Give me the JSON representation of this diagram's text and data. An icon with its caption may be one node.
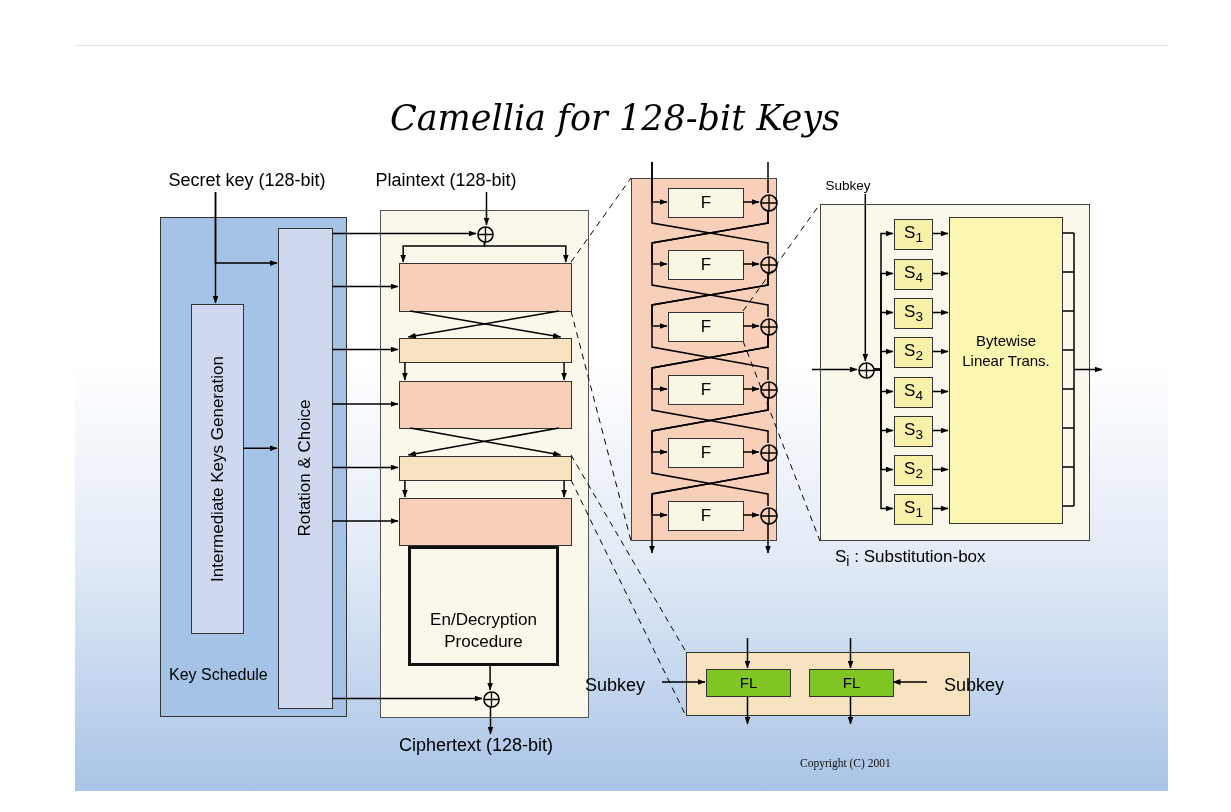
{
  "diagram": {
    "title": "Camellia for 128-bit Keys",
    "nodes": [
      {
        "text": [
          "Secret key (128-bit)"
        ]
      },
      {
        "text": [
          "Plaintext (128-bit)"
        ]
      },
      {
        "text": [
          "Key Schedule"
        ]
      },
      {
        "text": [
          "Intermediate Keys Generation"
        ],
        "in": 2
      },
      {
        "text": [
          "Rotation & Choice"
        ],
        "in": 2
      },
      {
        "text": [],
        "shape": "box"
      },
      {
        "text": [],
        "shape": "circle",
        "in": 5
      },
      {
        "text": [],
        "shape": "box",
        "in": 5
      },
      {
        "text": [],
        "shape": "box",
        "in": 5
      },
      {
        "text": [],
        "shape": "box",
        "in": 5
      },
      {
        "text": [],
        "shape": "box",
        "in": 5
      },
      {
        "text": [],
        "shape": "box",
        "in": 5
      },
      {
        "text": [
          "En/Decryption Procedure"
        ],
        "in": 5
      },
      {
        "text": [],
        "shape": "circle",
        "in": 5
      },
      {
        "text": [
          "Ciphertext (128-bit)"
        ]
      },
      {
        "text": [],
        "shape": "box"
      },
      {
        "text": [
          "F"
        ],
        "in": 15
      },
      {
        "text": [
          "F"
        ],
        "in": 15
      },
      {
        "text": [
          "F"
        ],
        "in": 15
      },
      {
        "text": [
          "F"
        ],
        "in": 15
      },
      {
        "text": [
          "F"
        ],
        "in": 15
      },
      {
        "text": [
          "F"
        ],
        "in": 15
      },
      {
        "text": [],
        "shape": "circle",
        "in": 15
      },
      {
        "text": [],
        "shape": "circle",
        "in": 15
      },
      {
        "text": [],
        "shape": "circle",
        "in": 15
      },
      {
        "text": [],
        "shape": "circle",
        "in": 15
      },
      {
        "text": [],
        "shape": "circle",
        "in": 15
      },
      {
        "text": [],
        "shape": "circle",
        "in": 15
      },
      {
        "text": [],
        "shape": "box",
        "beside": [
          "S$_{i}$ : Substitution-box"
        ]
      },
      {
        "text": [
          "Subkey"
        ]
      },
      {
        "text": [],
        "shape": "circle",
        "in": 28
      },
      {
        "text": [
          "S$_{1}$"
        ],
        "in": 28
      },
      {
        "text": [
          "S$_{4}$"
        ],
        "in": 28
      },
      {
        "text": [
          "S$_{3}$"
        ],
        "in": 28
      },
      {
        "text": [
          "S$_{2}$"
        ],
        "in": 28
      },
      {
        "text": [
          "S$_{4}$"
        ],
        "in": 28
      },
      {
        "text": [
          "S$_{3}$"
        ],
        "in": 28
      },
      {
        "text": [
          "S$_{2}$"
        ],
        "in": 28
      },
      {
        "text": [
          "S$_{1}$"
        ],
        "in": 28
      },
      {
        "text": [
          "Bytewise Linear Trans."
        ],
        "in": 28
      },
      {
        "text": [],
        "shape": "box"
      },
      {
        "text": [
          "FL"
        ],
        "in": 40
      },
      {
        "text": [
          "FL"
        ],
        "in": 40
      },
      {
        "text": [
          "Subkey"
        ]
      },
      {
        "text": [
          "Subkey"
        ]
      }
    ],
    "edges": [
      {
        "from": 0,
        "to": 3,
        "arrow": "to"
      },
      {
        "from": 0,
        "to": 4,
        "arrow": "to"
      },
      {
        "from": 3,
        "to": 4,
        "arrow": "to"
      },
      {
        "from": 1,
        "to": 6,
        "arrow": "to"
      },
      {
        "from": 4,
        "to": 6,
        "arrow": "to"
      },
      {
        "from": 6,
        "to": 7,
        "arrow": "to"
      },
      {
        "from": 6,
        "to": 7,
        "arrow": "to"
      },
      {
        "from": 4,
        "to": 7,
        "arrow": "to"
      },
      {
        "from": 7,
        "to": 8,
        "arrow": "to"
      },
      {
        "from": 7,
        "to": 8,
        "arrow": "to"
      },
      {
        "from": 4,
        "to": 8,
        "arrow": "to"
      },
      {
        "from": 8,
        "to": 9,
        "arrow": "to"
      },
      {
        "from": 8,
        "to": 9,
        "arrow": "to"
      },
      {
        "from": 4,
        "to": 9,
        "arrow": "to"
      },
      {
        "from": 9,
        "to": 10,
        "arrow": "to"
      },
      {
        "from": 9,
        "to": 10,
        "arrow": "to"
      },
      {
        "from": 4,
        "to": 10,
        "arrow": "to"
      },
      {
        "from": 10,
        "to": 11,
        "arrow": "to"
      },
      {
        "from": 10,
        "to": 11,
        "arrow": "to"
      },
      {
        "from": 4,
        "to": 11,
        "arrow": "to"
      },
      {
        "from": 12,
        "to": 13,
        "arrow": "to"
      },
      {
        "from": 4,
        "to": 13,
        "arrow": "to"
      },
      {
        "from": 13,
        "to": 14,
        "arrow": "to"
      },
      {
        "from": 7,
        "to": 15,
        "arrow": "none",
        "style": "dashed"
      },
      {
        "from": 7,
        "to": 15,
        "arrow": "none",
        "style": "dashed"
      },
      {
        "from": 10,
        "to": 40,
        "arrow": "none",
        "style": "dashed"
      },
      {
        "from": 10,
        "to": 40,
        "arrow": "none",
        "style": "dashed"
      },
      {
        "from": null,
        "to": 22,
        "arrow": "none"
      },
      {
        "from": null,
        "to": 16,
        "arrow": "to"
      },
      {
        "from": null,
        "to": 23,
        "arrow": "none"
      },
      {
        "from": 16,
        "to": 22,
        "arrow": "to"
      },
      {
        "from": 17,
        "to": 23,
        "arrow": "to"
      },
      {
        "from": 18,
        "to": 24,
        "arrow": "to"
      },
      {
        "from": 19,
        "to": 25,
        "arrow": "to"
      },
      {
        "from": 20,
        "to": 26,
        "arrow": "to"
      },
      {
        "from": 21,
        "to": 27,
        "arrow": "to"
      },
      {
        "from": 22,
        "to": 17,
        "arrow": "to"
      },
      {
        "from": 23,
        "to": 18,
        "arrow": "to"
      },
      {
        "from": 24,
        "to": 19,
        "arrow": "to"
      },
      {
        "from": 25,
        "to": 20,
        "arrow": "to"
      },
      {
        "from": 26,
        "to": 21,
        "arrow": "to"
      },
      {
        "from": 22,
        "to": 24,
        "arrow": "none"
      },
      {
        "from": 23,
        "to": 25,
        "arrow": "none"
      },
      {
        "from": 24,
        "to": 26,
        "arrow": "none"
      },
      {
        "from": 25,
        "to": 27,
        "arrow": "none"
      },
      {
        "from": 26,
        "to": null,
        "arrow": "to"
      },
      {
        "from": 27,
        "to": null,
        "arrow": "to"
      },
      {
        "from": 18,
        "to": 28,
        "arrow": "none",
        "style": "dashed"
      },
      {
        "from": 18,
        "to": 28,
        "arrow": "none",
        "style": "dashed"
      },
      {
        "from": 29,
        "to": 30,
        "arrow": "to"
      },
      {
        "from": null,
        "to": 30,
        "arrow": "to"
      },
      {
        "from": 30,
        "to": 31,
        "arrow": "to"
      },
      {
        "from": 30,
        "to": 32,
        "arrow": "to"
      },
      {
        "from": 30,
        "to": 33,
        "arrow": "to"
      },
      {
        "from": 30,
        "to": 34,
        "arrow": "to"
      },
      {
        "from": 30,
        "to": 35,
        "arrow": "to"
      },
      {
        "from": 30,
        "to": 36,
        "arrow": "to"
      },
      {
        "from": 30,
        "to": 37,
        "arrow": "to"
      },
      {
        "from": 30,
        "to": 38,
        "arrow": "to"
      },
      {
        "from": 31,
        "to": 39,
        "arrow": "to"
      },
      {
        "from": 32,
        "to": 39,
        "arrow": "to"
      },
      {
        "from": 33,
        "to": 39,
        "arrow": "to"
      },
      {
        "from": 34,
        "to": 39,
        "arrow": "to"
      },
      {
        "from": 35,
        "to": 39,
        "arrow": "to"
      },
      {
        "from": 36,
        "to": 39,
        "arrow": "to"
      },
      {
        "from": 37,
        "to": 39,
        "arrow": "to"
      },
      {
        "from": 38,
        "to": 39,
        "arrow": "to"
      },
      {
        "from": 39,
        "to": null,
        "arrow": "to"
      },
      {
        "from": null,
        "to": 41,
        "arrow": "to"
      },
      {
        "from": 41,
        "to": null,
        "arrow": "to"
      },
      {
        "from": 43,
        "to": 41,
        "arrow": "to"
      },
      {
        "from": null,
        "to": 42,
        "arrow": "to"
      },
      {
        "from": 42,
        "to": null,
        "arrow": "to"
      },
      {
        "from": 44,
        "to": 42,
        "arrow": "to"
      }
    ],
    "labels": [
      "Copyright (C) 2001"
    ]
  }
}
